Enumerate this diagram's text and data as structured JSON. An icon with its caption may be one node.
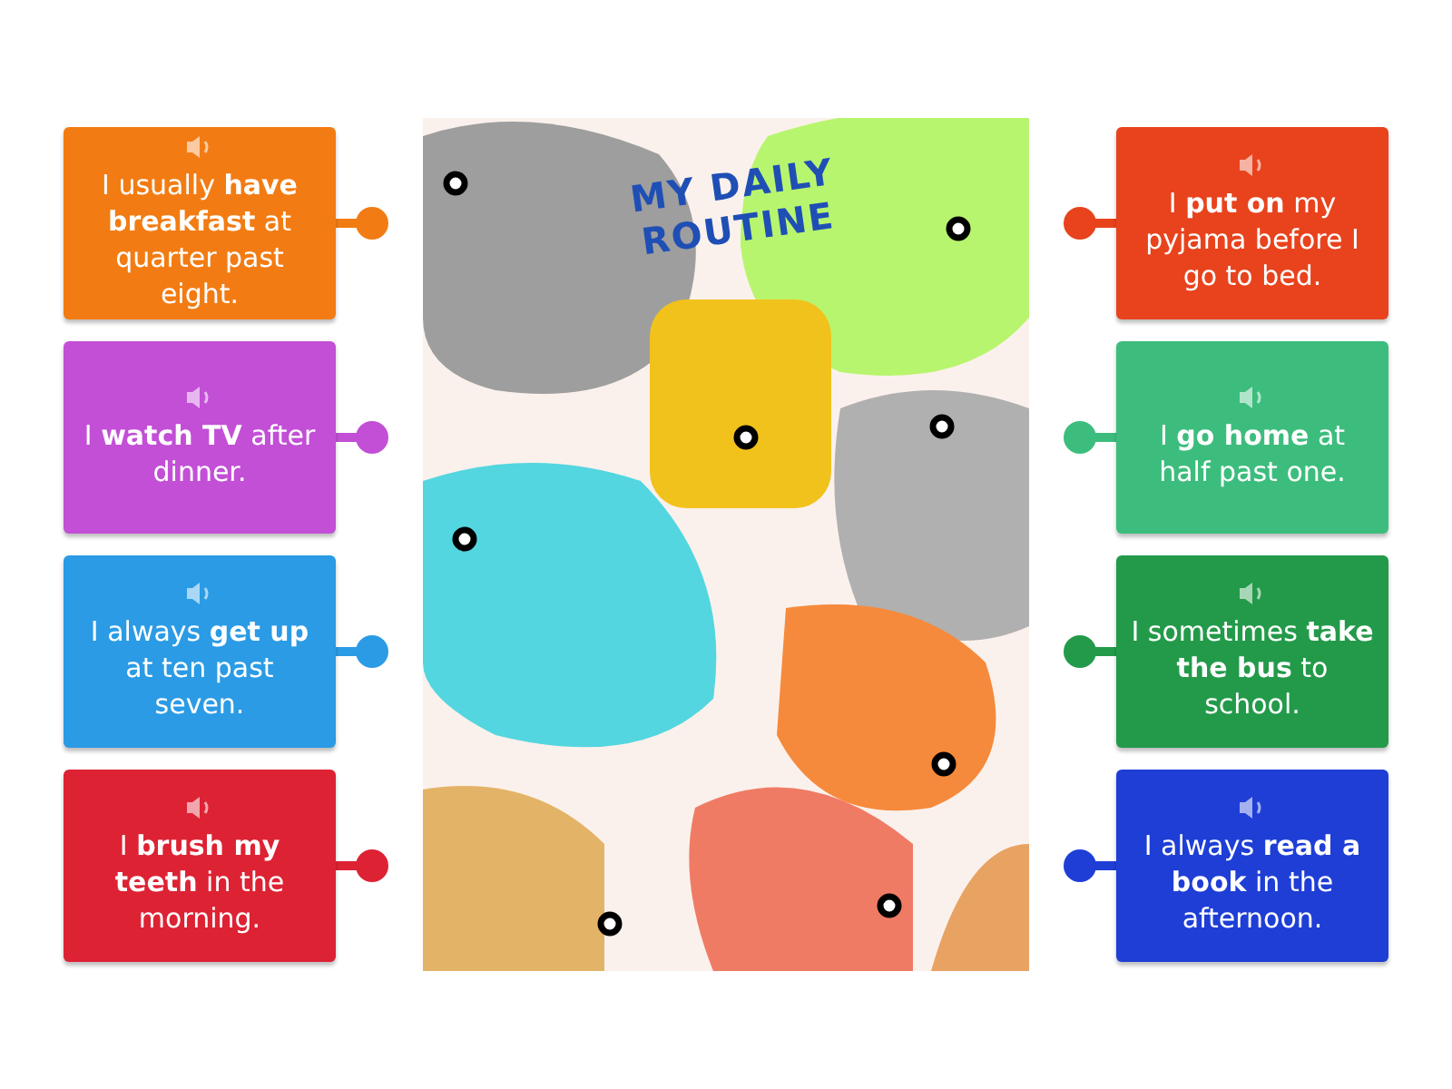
{
  "diagram": {
    "title": "MY DAILY ROUTINE",
    "nodes": [
      {
        "text": [
          "I usually **have breakfast** at quarter past eight."
        ]
      },
      {
        "text": [
          "I **watch TV** after dinner."
        ]
      },
      {
        "text": [
          "I always **get up** at ten past seven."
        ]
      },
      {
        "text": [
          "I **brush my teeth** in the morning."
        ]
      },
      {
        "text": [
          "I **put on** my pyjama before I go to bed."
        ]
      },
      {
        "text": [
          "I **go home** at half past one."
        ]
      },
      {
        "text": [
          "I sometimes **take the bus** to school."
        ]
      },
      {
        "text": [
          "I always **read a book** in the afternoon."
        ]
      }
    ]
  }
}
